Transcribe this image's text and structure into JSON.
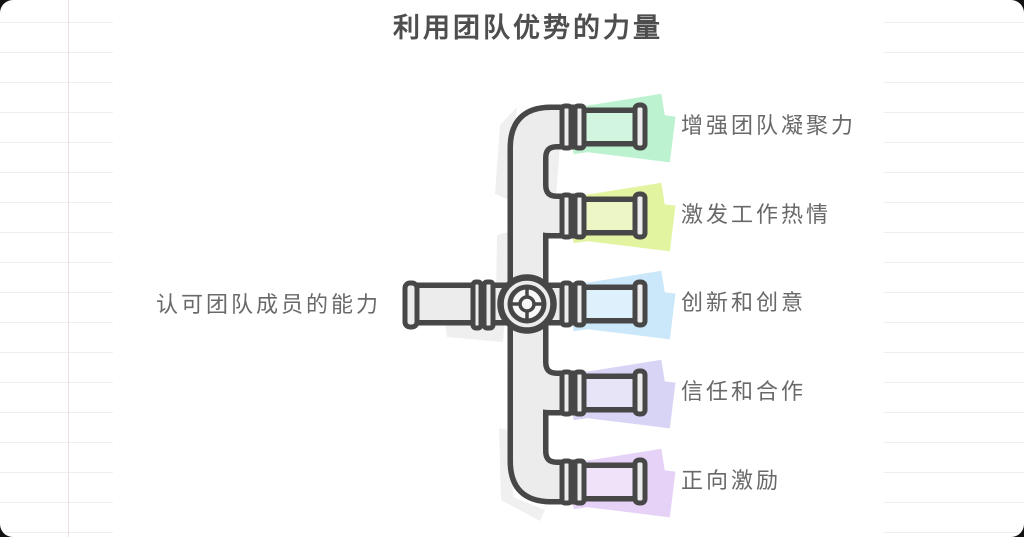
{
  "title": {
    "text": "利用团队优势的力量",
    "color": "#4e4e4e"
  },
  "root_node": {
    "label": "认可团队成员的能力"
  },
  "branches": [
    {
      "label": "增强团队凝聚力",
      "pipe_color": "#d2f5df",
      "highlight_color": "#bcf2cf"
    },
    {
      "label": "激发工作热情",
      "pipe_color": "#ecf7c5",
      "highlight_color": "#e2f4a0"
    },
    {
      "label": "创新和创意",
      "pipe_color": "#def0fb",
      "highlight_color": "#cbe7fa"
    },
    {
      "label": "信任和合作",
      "pipe_color": "#e7e4f8",
      "highlight_color": "#d8d4f5"
    },
    {
      "label": "正向激励",
      "pipe_color": "#efe2f9",
      "highlight_color": "#e6d2f6"
    }
  ],
  "pipe": {
    "body_color": "#ececec",
    "flange_color": "#ececec",
    "wheel_color": "#f7f7f7",
    "outline_color": "#474747",
    "shadow_color": "#e3e3e3"
  },
  "paper": {
    "rule_color": "#f0eff0",
    "margin_line_color": "#f2dcdc"
  },
  "text_color": "#696969"
}
